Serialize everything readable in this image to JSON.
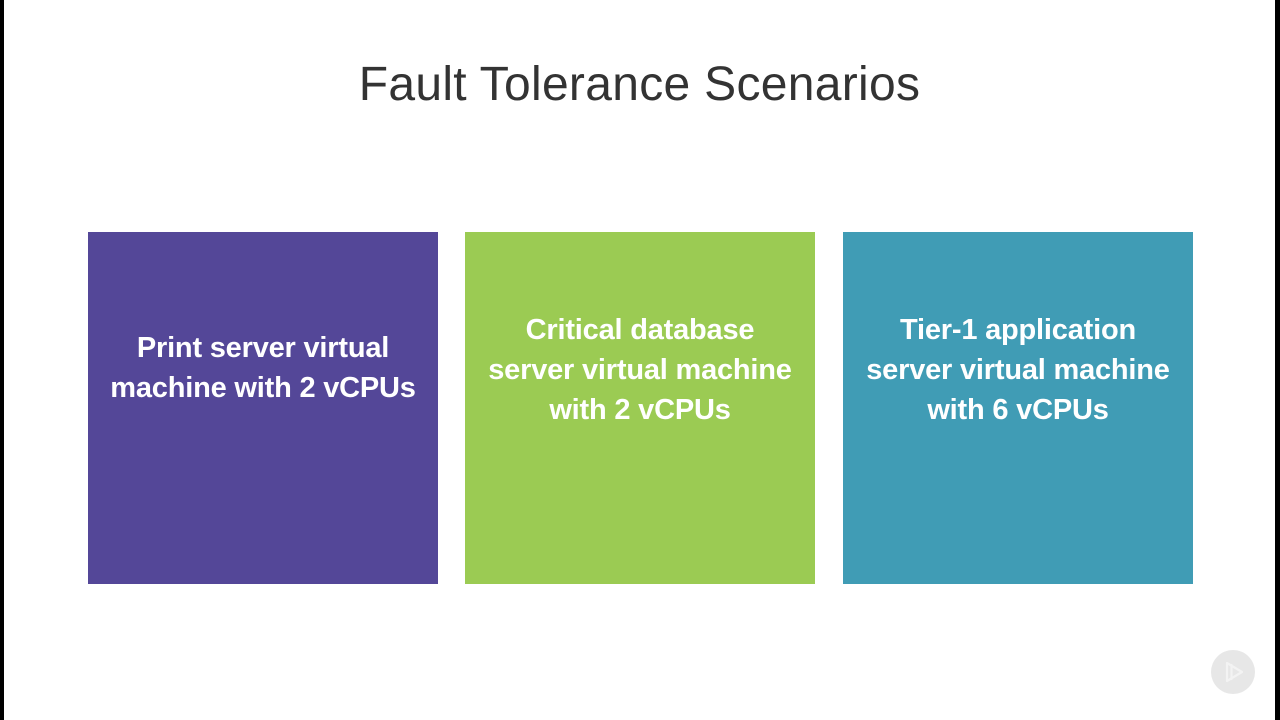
{
  "slide": {
    "title": "Fault Tolerance Scenarios",
    "background_color": "#ffffff",
    "title_color": "#333333",
    "letterbox_color": "#000000"
  },
  "cards": [
    {
      "id": "print-server",
      "text": "Print server virtual machine with 2 vCPUs",
      "color": "#544798",
      "text_color": "#ffffff",
      "vcpus": "2",
      "workload": "Print server virtual machine"
    },
    {
      "id": "critical-database-server",
      "text": "Critical database server virtual machine with 2 vCPUs",
      "color": "#9bcb53",
      "text_color": "#ffffff",
      "vcpus": "2",
      "workload": "Critical database server virtual machine"
    },
    {
      "id": "tier-1-application-server",
      "text": "Tier-1 application server virtual machine with 6 vCPUs",
      "color": "#409cb5",
      "text_color": "#ffffff",
      "vcpus": "6",
      "workload": "Tier-1 application server virtual machine"
    }
  ],
  "watermark": {
    "icon": "play-button-icon",
    "color": "#e3e3e3"
  }
}
